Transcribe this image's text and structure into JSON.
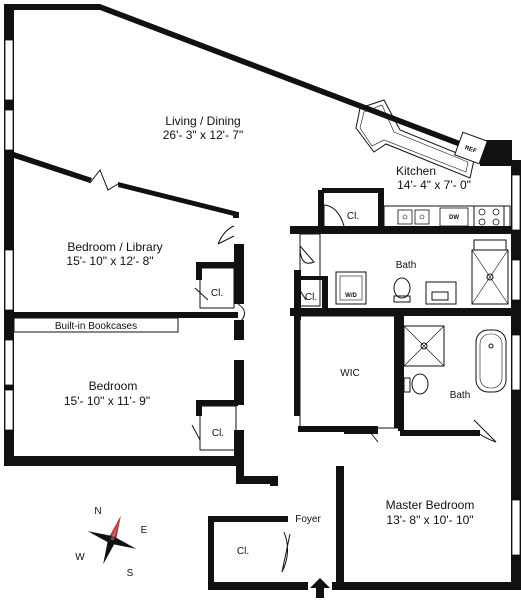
{
  "rooms": {
    "living_dining": {
      "name": "Living / Dining",
      "dims": "26'- 3\" x 12'- 7\""
    },
    "kitchen": {
      "name": "Kitchen",
      "dims": "14'- 4\" x 7'- 0\""
    },
    "bedroom_library": {
      "name": "Bedroom / Library",
      "dims": "15'- 10\" x 12'- 8\""
    },
    "bedroom": {
      "name": "Bedroom",
      "dims": "15'- 10\" x 11'- 9\""
    },
    "master_bedroom": {
      "name": "Master Bedroom",
      "dims": "13'- 8\" x 10'- 10\""
    },
    "bath_hall": {
      "name": "Bath"
    },
    "bath_master": {
      "name": "Bath"
    },
    "wic": {
      "name": "WIC"
    },
    "foyer": {
      "name": "Foyer"
    }
  },
  "closets": {
    "kitchen": "Cl.",
    "bedroom_library": "Cl.",
    "bath_hall": "Cl.",
    "bedroom": "Cl.",
    "foyer": "Cl."
  },
  "bookcases": "Built-in Bookcases",
  "appliances": {
    "ref": "REF",
    "dw": "DW",
    "wd": "W/D"
  },
  "compass": {
    "n": "N",
    "s": "S",
    "e": "E",
    "w": "W"
  }
}
